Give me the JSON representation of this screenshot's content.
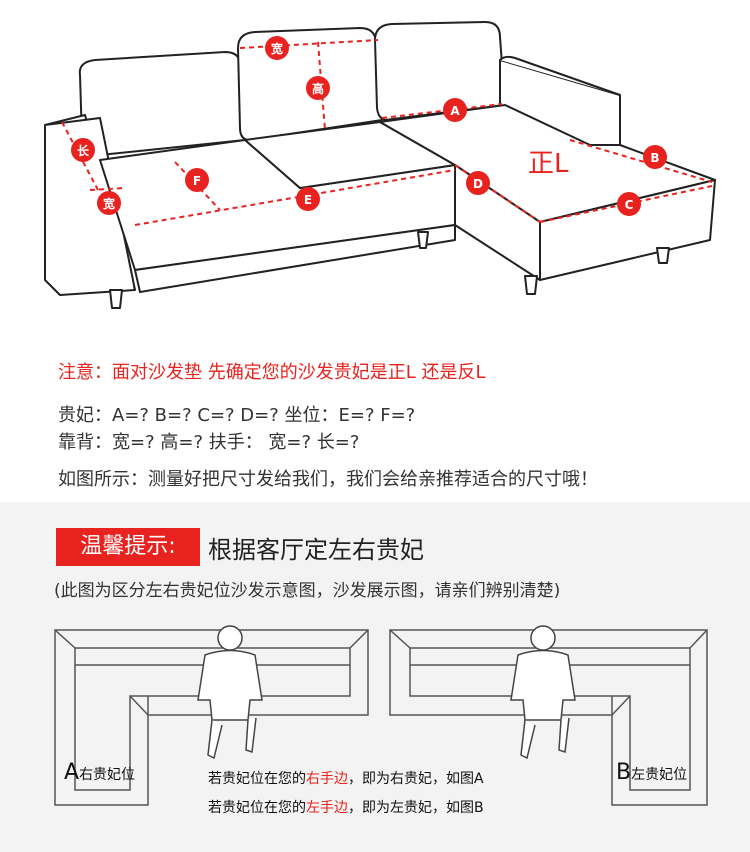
{
  "diagram": {
    "labels": {
      "width_top": "宽",
      "height": "高",
      "arm_length": "长",
      "arm_width": "宽",
      "A": "A",
      "B": "B",
      "C": "C",
      "D": "D",
      "E": "E",
      "F": "F",
      "chaise_tag": "正L"
    }
  },
  "text": {
    "notice": "注意：面对沙发垫 先确定您的沙发贵妃是正L 还是反L",
    "line1": "贵妃：A=? B=? C=? D=?  坐位：E=? F=?",
    "line2": "靠背：宽=? 高=?          扶手：  宽=? 长=?",
    "line3": "如图所示：测量好把尺寸发给我们，我们会给亲推荐适合的尺寸哦！"
  },
  "tips": {
    "badge": "温馨提示:",
    "heading": "根据客厅定左右贵妃",
    "note": "(此图为区分左右贵妃位沙发示意图，沙发展示图，请亲们辨别清楚)"
  },
  "sofa_a": {
    "letter": "A",
    "caption": "右贵妃位"
  },
  "sofa_b": {
    "letter": "B",
    "caption": "左贵妃位"
  },
  "rules": {
    "right_prefix": "若贵妃位在您的",
    "right_hand": "右手边",
    "right_suffix": "，即为右贵妃，如图A",
    "left_prefix": "若贵妃位在您的",
    "left_hand": "左手边",
    "left_suffix": "，即为左贵妃，如图B"
  },
  "colors": {
    "accent": "#e8231f",
    "line": "#222222"
  }
}
